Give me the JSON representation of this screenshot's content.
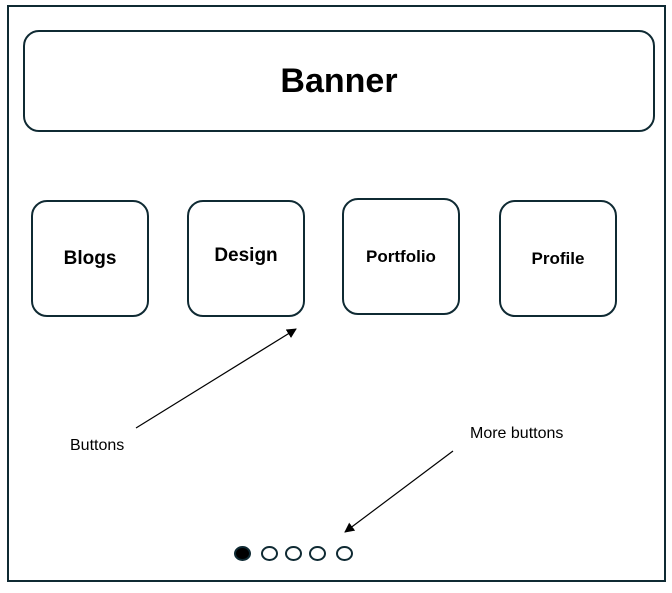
{
  "banner": {
    "title": "Banner"
  },
  "tiles": [
    {
      "label": "Blogs"
    },
    {
      "label": "Design"
    },
    {
      "label": "Portfolio"
    },
    {
      "label": "Profile"
    }
  ],
  "annotations": {
    "buttons": "Buttons",
    "more_buttons": "More buttons"
  },
  "pagination": {
    "count": 5,
    "active_index": 0
  },
  "colors": {
    "border": "#0f2a33",
    "active_dot": "#000000",
    "background": "#ffffff"
  }
}
